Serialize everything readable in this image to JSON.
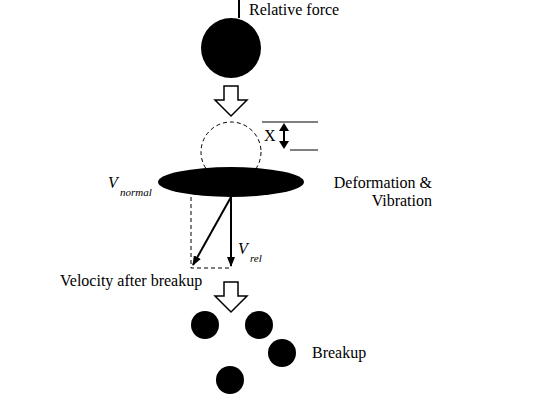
{
  "diagram": {
    "labels": [
      "Relative force",
      "X",
      "V",
      "normal",
      "Deformation & Vibration",
      "V",
      "rel",
      "Velocity after breakup",
      "Breakup"
    ]
  }
}
